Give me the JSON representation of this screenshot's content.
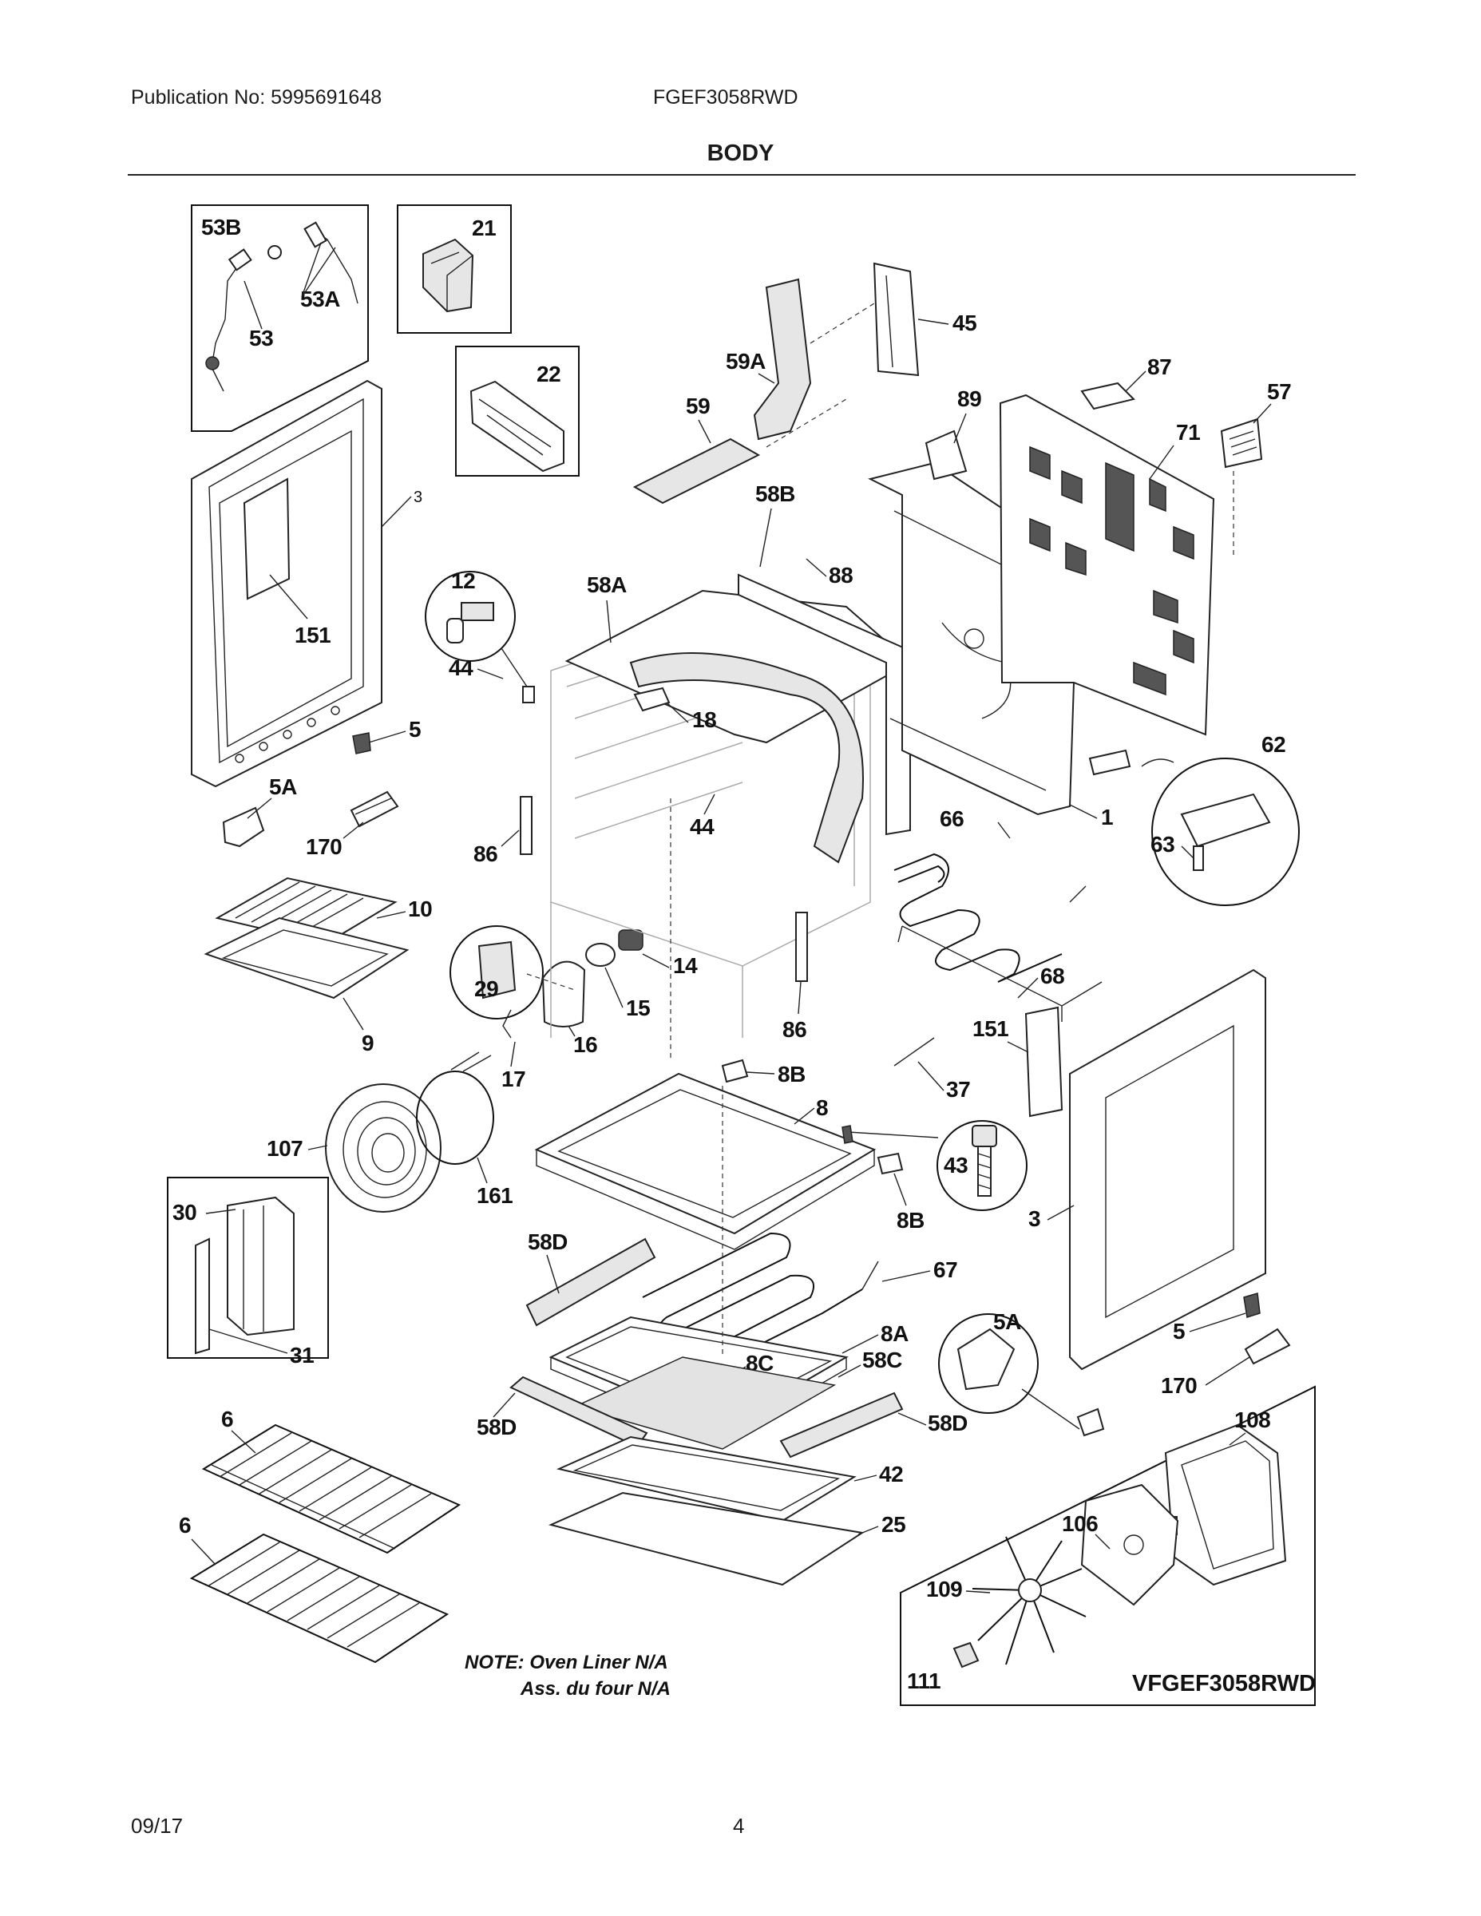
{
  "header": {
    "publication": "Publication No: 5995691648",
    "model": "FGEF3058RWD",
    "section_title": "BODY"
  },
  "footer": {
    "date": "09/17",
    "page_number": "4"
  },
  "note": {
    "line1": "NOTE: Oven Liner N/A",
    "line2": "Ass. du four N/A"
  },
  "kit_label": "VFGEF3058RWD",
  "part_labels": {
    "p53b": "53B",
    "p53a": "53A",
    "p53": "53",
    "p21": "21",
    "p22": "22",
    "p3_left": "3",
    "p151_left": "151",
    "p12": "12",
    "p44_a": "44",
    "p5_left": "5",
    "p5a_left": "5A",
    "p170_left": "170",
    "p86_left": "86",
    "p10": "10",
    "p9": "9",
    "p29": "29",
    "p14": "14",
    "p15": "15",
    "p16": "16",
    "p17": "17",
    "p107": "107",
    "p161": "161",
    "p30": "30",
    "p31": "31",
    "p6_top": "6",
    "p6_bottom": "6",
    "p59": "59",
    "p59a": "59A",
    "p45": "45",
    "p58b": "58B",
    "p88": "88",
    "p58a": "58A",
    "p18": "18",
    "p44_b": "44",
    "p89": "89",
    "p87": "87",
    "p71": "71",
    "p57": "57",
    "p62": "62",
    "p63": "63",
    "p1": "1",
    "p66": "66",
    "p68": "68",
    "p86_right": "86",
    "p151_right": "151",
    "p37": "37",
    "p8b_top": "8B",
    "p8": "8",
    "p43": "43",
    "p8b_bottom": "8B",
    "p3_right": "3",
    "p58d_top": "58D",
    "p67": "67",
    "p8a": "8A",
    "p8c": "8C",
    "p58c": "58C",
    "p58d_right": "58D",
    "p58d_left": "58D",
    "p42": "42",
    "p25": "25",
    "p5a_right": "5A",
    "p5_right": "5",
    "p170_right": "170",
    "p108": "108",
    "p106": "106",
    "p109": "109",
    "p111": "111"
  }
}
